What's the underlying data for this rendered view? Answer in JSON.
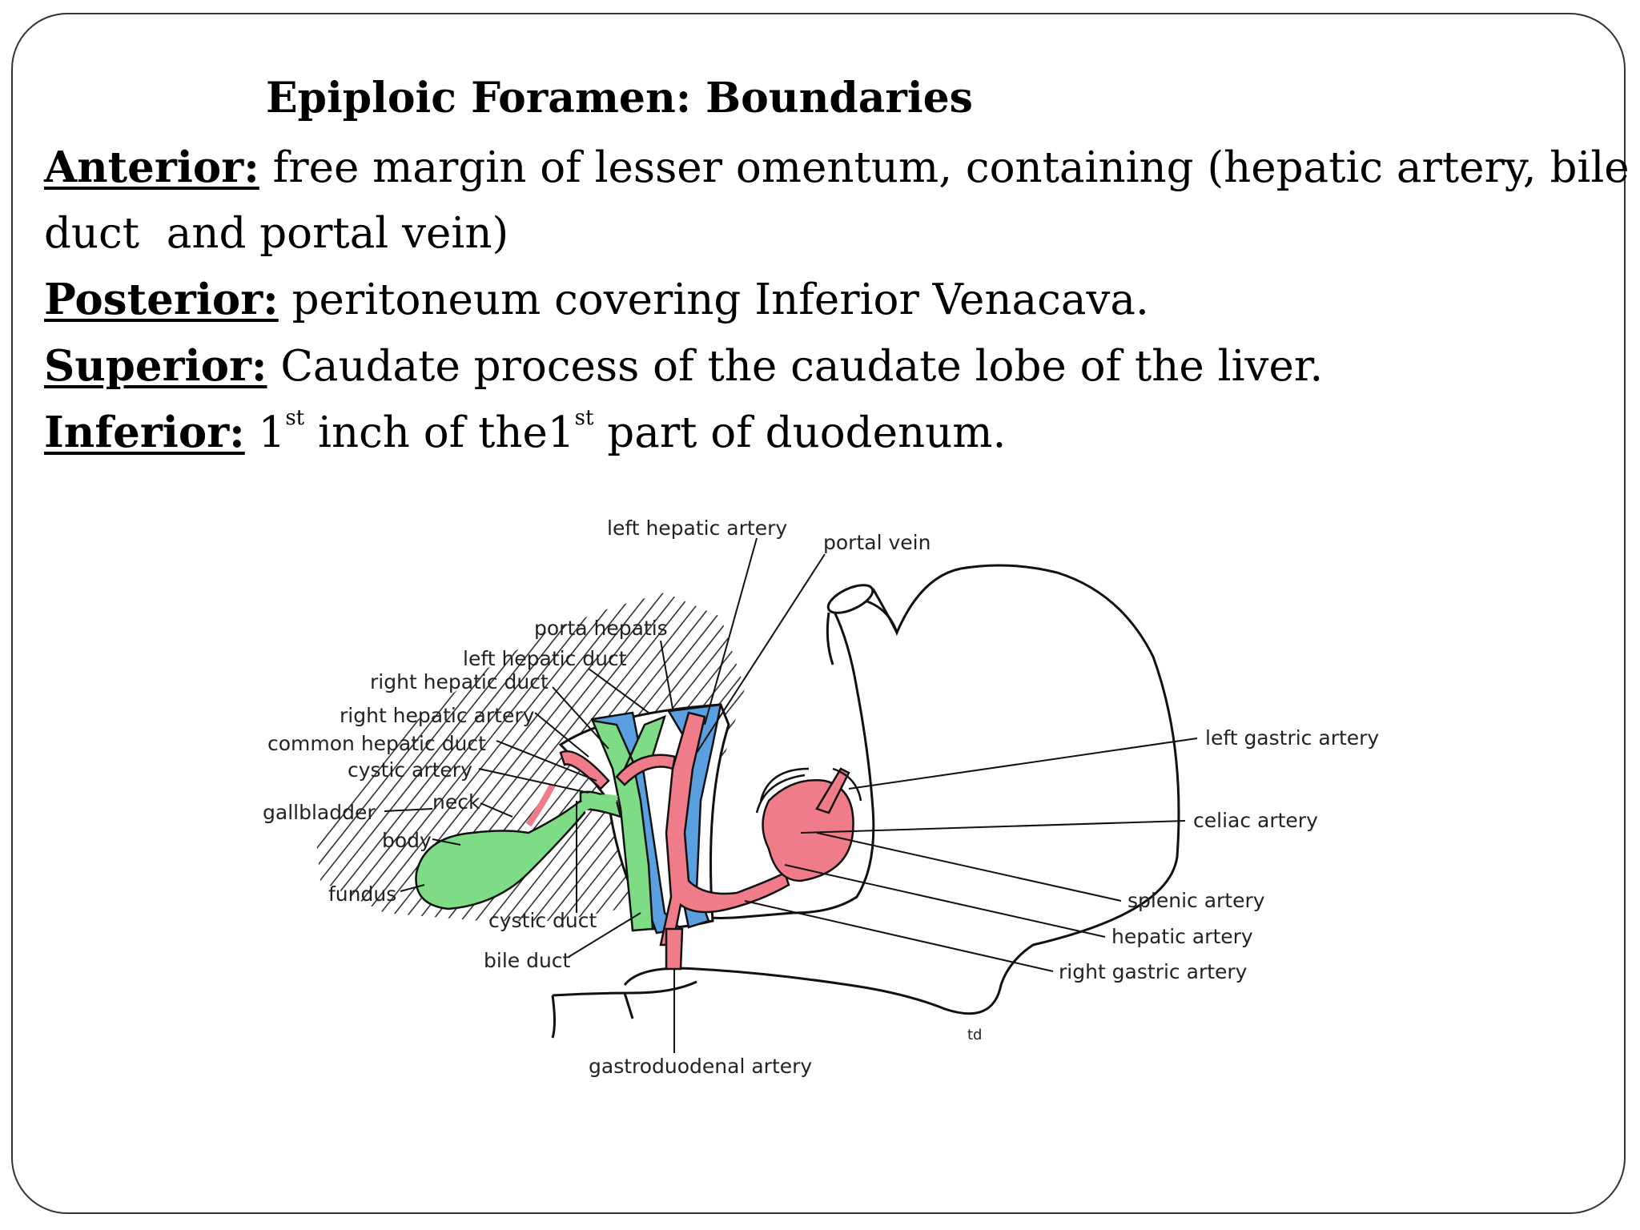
{
  "slide": {
    "title": "Epiploic Foramen: Boundaries",
    "anterior": {
      "label": "Anterior:",
      "text_line1": "free margin of lesser omentum, containing (hepatic artery, bile",
      "text_line2": "duct  and portal vein)"
    },
    "posterior": {
      "label": "Posterior:",
      "text": "peritoneum covering Inferior Venacava."
    },
    "superior": {
      "label": "Superior:",
      "text": "Caudate process of the caudate lobe of the liver."
    },
    "inferior": {
      "label": "Inferior:",
      "t1": "1",
      "sup1": "st",
      "t2": "inch of the1",
      "sup2": "st",
      "t3": "part of duodenum."
    }
  },
  "diagram": {
    "colors": {
      "artery": "#f07c8a",
      "vein": "#5aa0e0",
      "duct": "#7fdc86",
      "outline": "#111111"
    },
    "labels": {
      "left_hepatic_artery": "left hepatic artery",
      "portal_vein": "portal vein",
      "porta_hepatis": "porta hepatis",
      "left_hepatic_duct": "left hepatic duct",
      "right_hepatic_duct": "right hepatic duct",
      "right_hepatic_artery": "right hepatic artery",
      "common_hepatic_duct": "common hepatic duct",
      "cystic_artery": "cystic artery",
      "gallbladder": "gallbladder",
      "neck": "neck",
      "body": "body",
      "fundus": "fundus",
      "cystic_duct": "cystic duct",
      "bile_duct": "bile duct",
      "gastroduodenal_artery": "gastroduodenal artery",
      "left_gastric_artery": "left gastric artery",
      "celiac_artery": "celiac artery",
      "splenic_artery": "splenic artery",
      "hepatic_artery": "hepatic artery",
      "right_gastric_artery": "right gastric artery",
      "signature": "td"
    }
  }
}
